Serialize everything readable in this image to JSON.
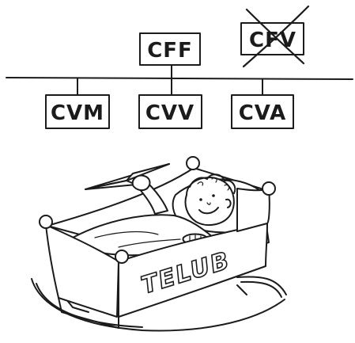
{
  "org_chart": {
    "top_boxes": [
      {
        "label": "CFF",
        "crossed_out": false
      },
      {
        "label": "CFV",
        "crossed_out": true
      }
    ],
    "bottom_boxes": [
      {
        "label": "CVM"
      },
      {
        "label": "CVV"
      },
      {
        "label": "CVA"
      }
    ]
  },
  "illustration": {
    "cradle_label": "TELUB",
    "icons": [
      "baby-in-cradle",
      "paper-airplane"
    ]
  },
  "colors": {
    "ink": "#1b1b1b",
    "paper": "#ffffff"
  }
}
